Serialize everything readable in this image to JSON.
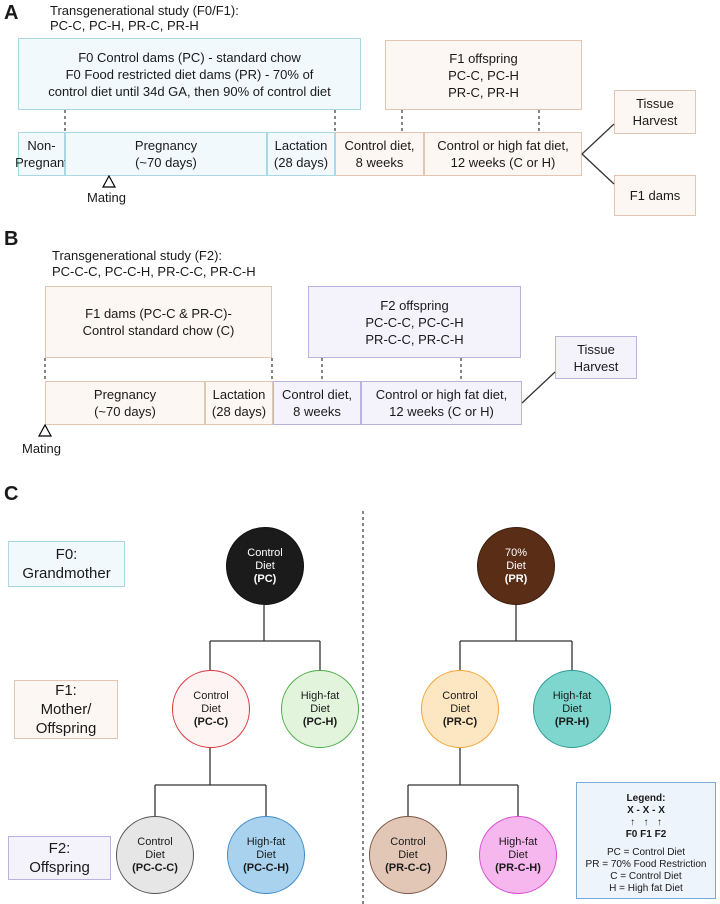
{
  "panelA": {
    "letter": "A",
    "title_line1": "Transgenerational study (F0/F1):",
    "title_line2": "PC-C, PC-H, PR-C, PR-H",
    "f0_box": "F0 Control dams (PC) - standard chow\nF0 Food restricted diet dams (PR) - 70% of\ncontrol diet until 34d GA, then 90% of control diet",
    "f1_box": "F1 offspring\nPC-C, PC-H\nPR-C, PR-H",
    "timeline": [
      "Non-\nPregnant",
      "Pregnancy\n(~70 days)",
      "Lactation\n(28 days)",
      "Control diet,\n8 weeks",
      "Control or high fat diet,\n12 weeks (C or H)"
    ],
    "tissue": "Tissue\nHarvest",
    "f1dams": "F1 dams",
    "mating": "Mating"
  },
  "panelB": {
    "letter": "B",
    "title_line1": "Transgenerational study (F2):",
    "title_line2": "PC-C-C, PC-C-H, PR-C-C, PR-C-H",
    "f1_box": "F1 dams (PC-C & PR-C)-\nControl standard chow (C)",
    "f2_box": "F2 offspring\nPC-C-C, PC-C-H\nPR-C-C, PR-C-H",
    "timeline": [
      "Pregnancy\n(~70 days)",
      "Lactation\n(28 days)",
      "Control diet,\n8 weeks",
      "Control or high fat diet,\n12 weeks (C or H)"
    ],
    "tissue": "Tissue\nHarvest",
    "mating": "Mating"
  },
  "panelC": {
    "letter": "C",
    "gen_f0": "F0:\nGrandmother",
    "gen_f1": "F1:\nMother/\nOffspring",
    "gen_f2": "F2:\nOffspring",
    "left_tree": {
      "root": {
        "text": "Control\nDiet",
        "bold": "(PC)"
      },
      "c1": {
        "text": "Control\nDiet",
        "bold": "(PC-C)"
      },
      "c2": {
        "text": "High-fat\nDiet",
        "bold": "(PC-H)"
      },
      "g1": {
        "text": "Control\nDiet",
        "bold": "(PC-C-C)"
      },
      "g2": {
        "text": "High-fat\nDiet",
        "bold": "(PC-C-H)"
      }
    },
    "right_tree": {
      "root": {
        "text": "70%\nDiet",
        "bold": "(PR)"
      },
      "c1": {
        "text": "Control\nDiet",
        "bold": "(PR-C)"
      },
      "c2": {
        "text": "High-fat\nDiet",
        "bold": "(PR-H)"
      },
      "g1": {
        "text": "Control\nDiet",
        "bold": "(PR-C-C)"
      },
      "g2": {
        "text": "High-fat\nDiet",
        "bold": "(PR-C-H)"
      }
    },
    "legend": {
      "title": "Legend:",
      "pattern": "X - X - X",
      "arrows": "↑   ↑   ↑",
      "gens": "F0 F1 F2",
      "lines": [
        "PC = Control Diet",
        "PR = 70% Food Restriction",
        "C = Control Diet",
        "H = High fat Diet"
      ]
    }
  },
  "colors": {
    "blue_fill": "#f2f9fd",
    "blue_border": "#a9d8e4",
    "peach_fill": "#fdf7f3",
    "peach_border": "#e3c5b2",
    "lav_fill": "#f4f2fb",
    "lav_border": "#bcb2e0"
  }
}
